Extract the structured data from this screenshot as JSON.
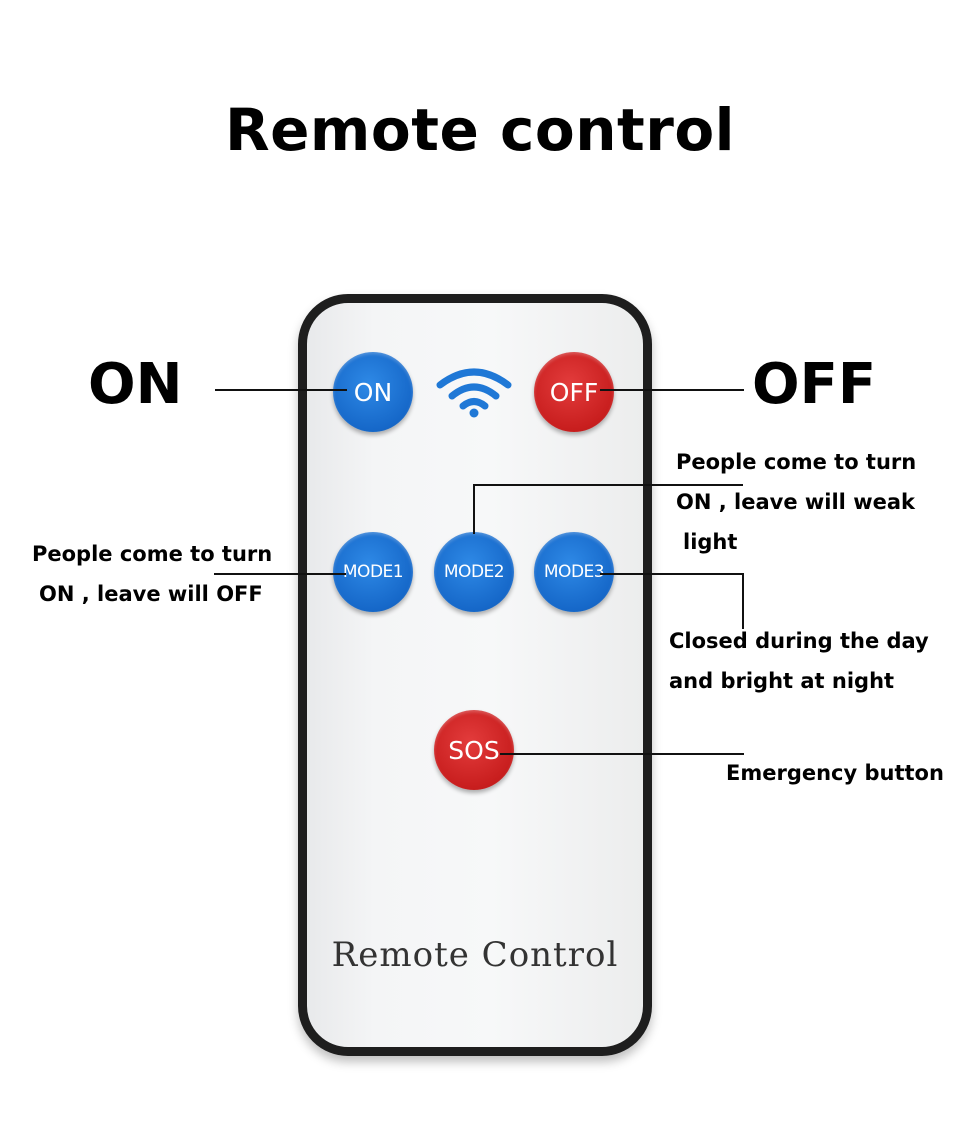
{
  "title": "Remote control",
  "labels": {
    "on": "ON",
    "off": "OFF"
  },
  "notes": {
    "mode1": [
      "People come to turn",
      "ON , leave will OFF"
    ],
    "mode2": [
      "People come to turn",
      "ON , leave will weak",
      "light"
    ],
    "mode3": [
      "Closed during the day",
      "and bright at night"
    ],
    "sos": [
      "Emergency button"
    ]
  },
  "remote": {
    "brand": "Remote Control",
    "buttons": {
      "on": "ON",
      "off": "OFF",
      "mode1": "MODE1",
      "mode2": "MODE2",
      "mode3": "MODE3",
      "sos": "SOS"
    },
    "signal_icon": "wifi-icon",
    "colors": {
      "blue": "#1668c9",
      "red": "#c81e1e"
    }
  }
}
